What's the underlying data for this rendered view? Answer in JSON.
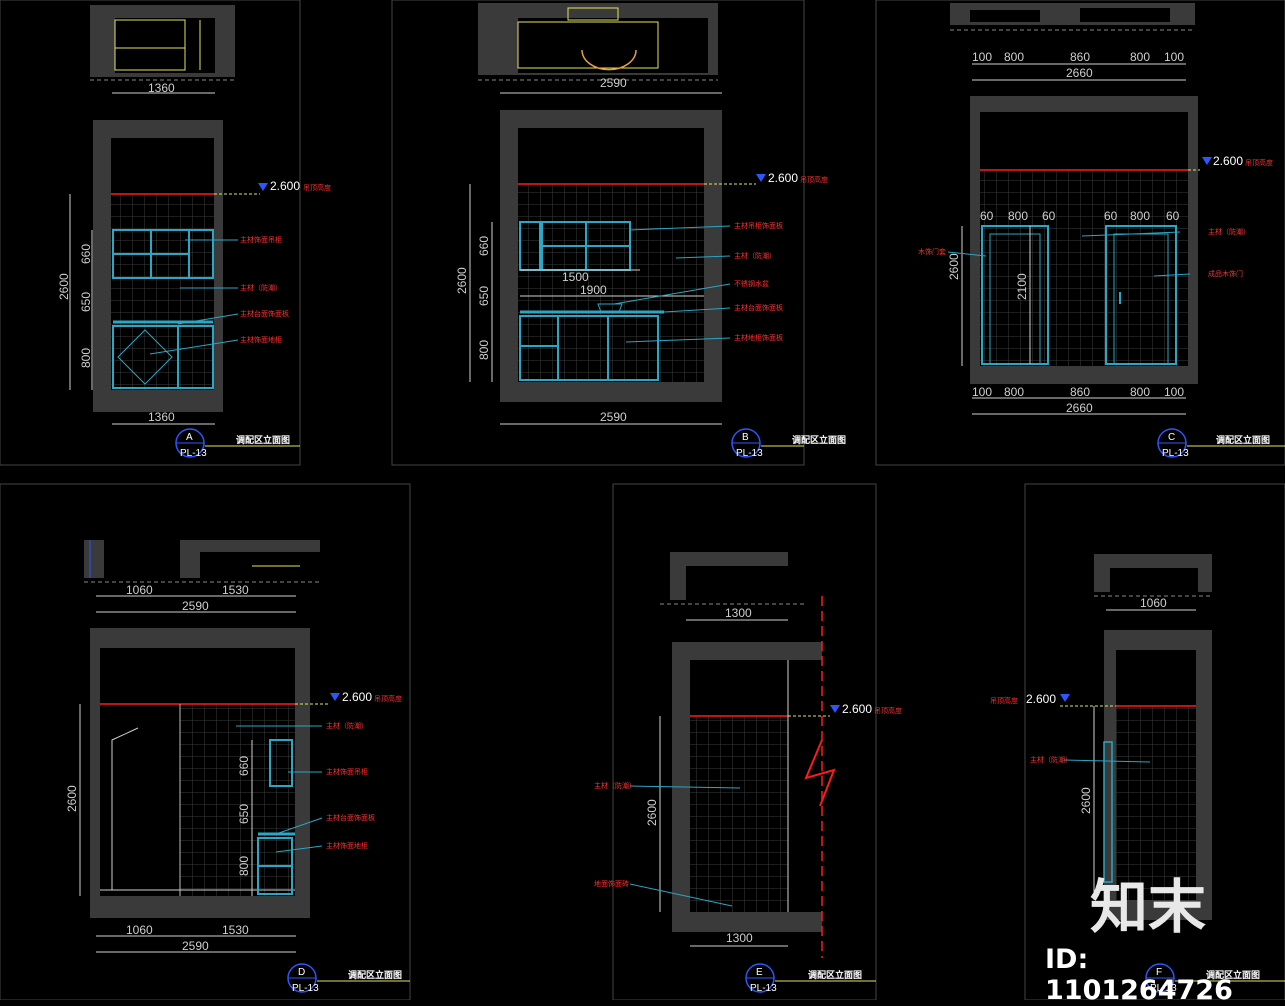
{
  "colors": {
    "background": "#000000",
    "wall": "#3a3a3a",
    "tile": "#3c3c3c",
    "cabinet": "#2aa6c6",
    "level_line": "#ff1a1a",
    "annotation": "#ff3030",
    "dimension": "#cfcfcf",
    "frame": "#444444",
    "dashed": "#e8e05a"
  },
  "level": {
    "value": "2.600",
    "note": "吊顶高度"
  },
  "panels": {
    "A": {
      "id": "A",
      "sheet": "PL-13",
      "title": "调配区立面图",
      "plan_width": "1360",
      "bottom_width": "1360",
      "heights": [
        "660",
        "650",
        "800"
      ],
      "total_height": "2600",
      "notes": [
        "主材饰面吊柜",
        "主材（防潮）",
        "主材台面饰面板",
        "主材饰面地柜"
      ]
    },
    "B": {
      "id": "B",
      "sheet": "PL-13",
      "title": "调配区立面图",
      "plan_width": "2590",
      "bottom_width": "2590",
      "upper_width": "1500",
      "counter_width": "1900",
      "heights": [
        "660",
        "650",
        "800"
      ],
      "total_height": "2600",
      "notes": [
        "主材吊柜饰面板",
        "主材（防潮）",
        "不锈钢水盆",
        "主材台面饰面板",
        "主材地柜饰面板"
      ]
    },
    "C": {
      "id": "C",
      "sheet": "PL-13",
      "title": "调配区立面图",
      "top_dims": [
        "100",
        "800",
        "860",
        "800",
        "100"
      ],
      "top_total": "2660",
      "door_dims": [
        "60",
        "800",
        "60",
        "60",
        "800",
        "60"
      ],
      "door_height": "2100",
      "bottom_dims": [
        "100",
        "800",
        "860",
        "800",
        "100"
      ],
      "bottom_total": "2660",
      "total_height": "2600",
      "notes": [
        "木饰门套",
        "主材（防潮）",
        "成品木饰门"
      ]
    },
    "D": {
      "id": "D",
      "sheet": "PL-13",
      "title": "调配区立面图",
      "top_dims": [
        "1060",
        "1530"
      ],
      "top_total": "2590",
      "bottom_dims": [
        "1060",
        "1530"
      ],
      "bottom_total": "2590",
      "heights": [
        "660",
        "650",
        "800"
      ],
      "total_height": "2600",
      "notes": [
        "主材（防潮）",
        "主材饰面吊柜",
        "主材台面饰面板",
        "主材饰面地柜"
      ]
    },
    "E": {
      "id": "E",
      "sheet": "PL-13",
      "title": "调配区立面图",
      "plan_width": "1300",
      "bottom_width": "1300",
      "total_height": "2600",
      "notes": [
        "主材（防潮）",
        "地面饰面砖"
      ]
    },
    "F": {
      "id": "F",
      "sheet": "PL-13",
      "title": "调配区立面图",
      "plan_width": "1060",
      "total_height": "2600",
      "notes": [
        "主材（防潮）"
      ]
    }
  },
  "watermark": {
    "brand": "知末",
    "id": "ID: 1101264726"
  }
}
